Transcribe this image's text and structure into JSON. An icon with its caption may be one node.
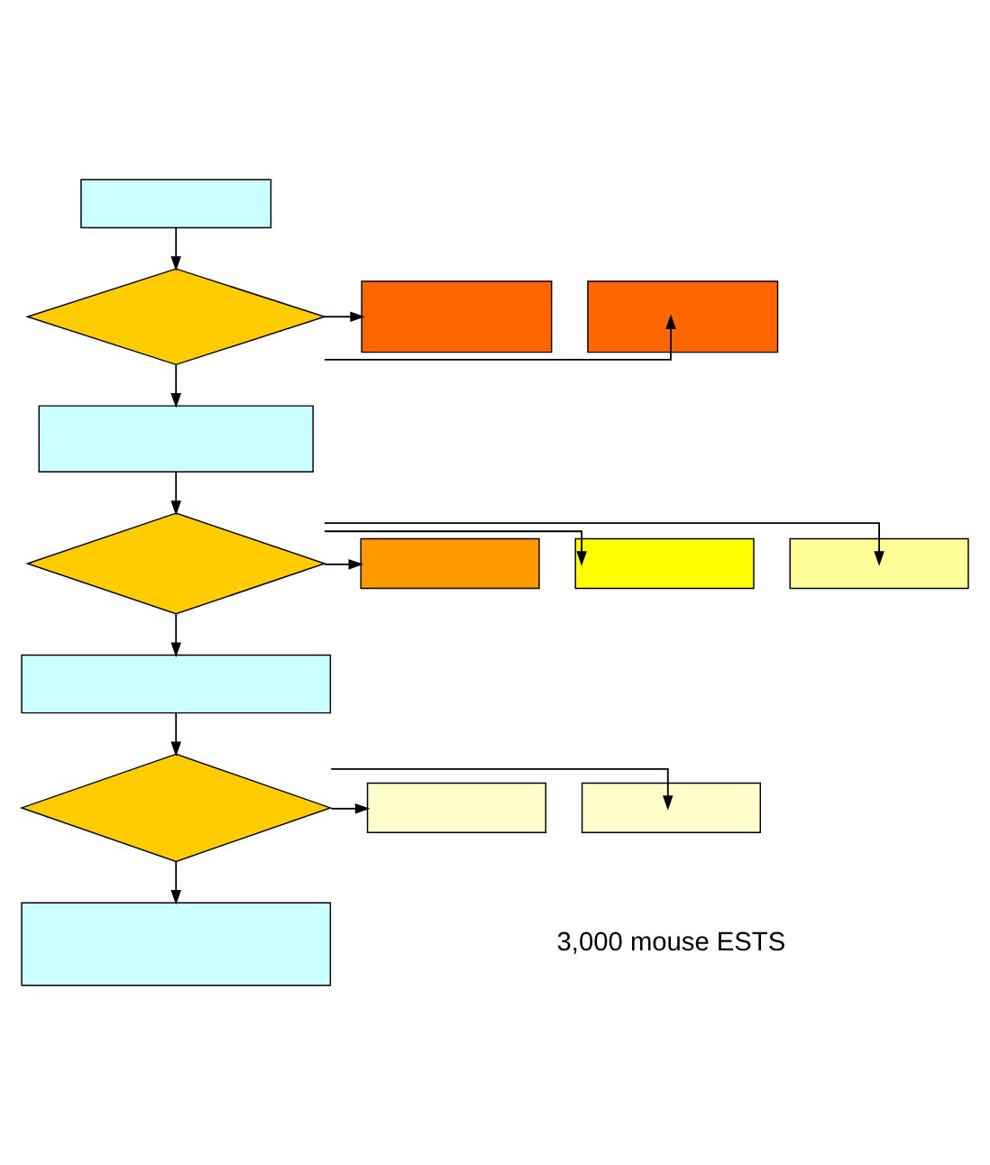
{
  "diagram": {
    "nodes": [
      {
        "text": [],
        "shape": "box"
      },
      {
        "text": [],
        "shape": "diamond"
      },
      {
        "text": [],
        "shape": "box"
      },
      {
        "text": [],
        "shape": "box"
      },
      {
        "text": [],
        "shape": "box"
      },
      {
        "text": [],
        "shape": "box"
      },
      {
        "text": [],
        "shape": "diamond"
      },
      {
        "text": [],
        "shape": "box"
      },
      {
        "text": [],
        "shape": "box"
      },
      {
        "text": [],
        "shape": "box"
      },
      {
        "text": [],
        "shape": "diamond"
      },
      {
        "text": [],
        "shape": "box"
      },
      {
        "text": [],
        "shape": "box"
      },
      {
        "text": [],
        "shape": "box"
      }
    ],
    "edges": [
      {
        "from": 0,
        "to": 1,
        "arrow": "to"
      },
      {
        "from": 1,
        "to": 2,
        "arrow": "to"
      },
      {
        "from": 1,
        "to": 3,
        "arrow": "to"
      },
      {
        "from": 1,
        "to": 4,
        "arrow": "to"
      },
      {
        "from": 4,
        "to": 6,
        "arrow": "to"
      },
      {
        "from": 6,
        "to": 5,
        "arrow": "to"
      },
      {
        "from": 6,
        "to": 7,
        "arrow": "to"
      },
      {
        "from": 6,
        "to": 8,
        "arrow": "to"
      },
      {
        "from": 6,
        "to": 9,
        "arrow": "to"
      },
      {
        "from": 9,
        "to": 10,
        "arrow": "to"
      },
      {
        "from": 10,
        "to": 11,
        "arrow": "to"
      },
      {
        "from": 10,
        "to": 12,
        "arrow": "to"
      },
      {
        "from": 10,
        "to": 13,
        "arrow": "to"
      }
    ],
    "labels": [
      "3,000 mouse ESTS"
    ]
  }
}
